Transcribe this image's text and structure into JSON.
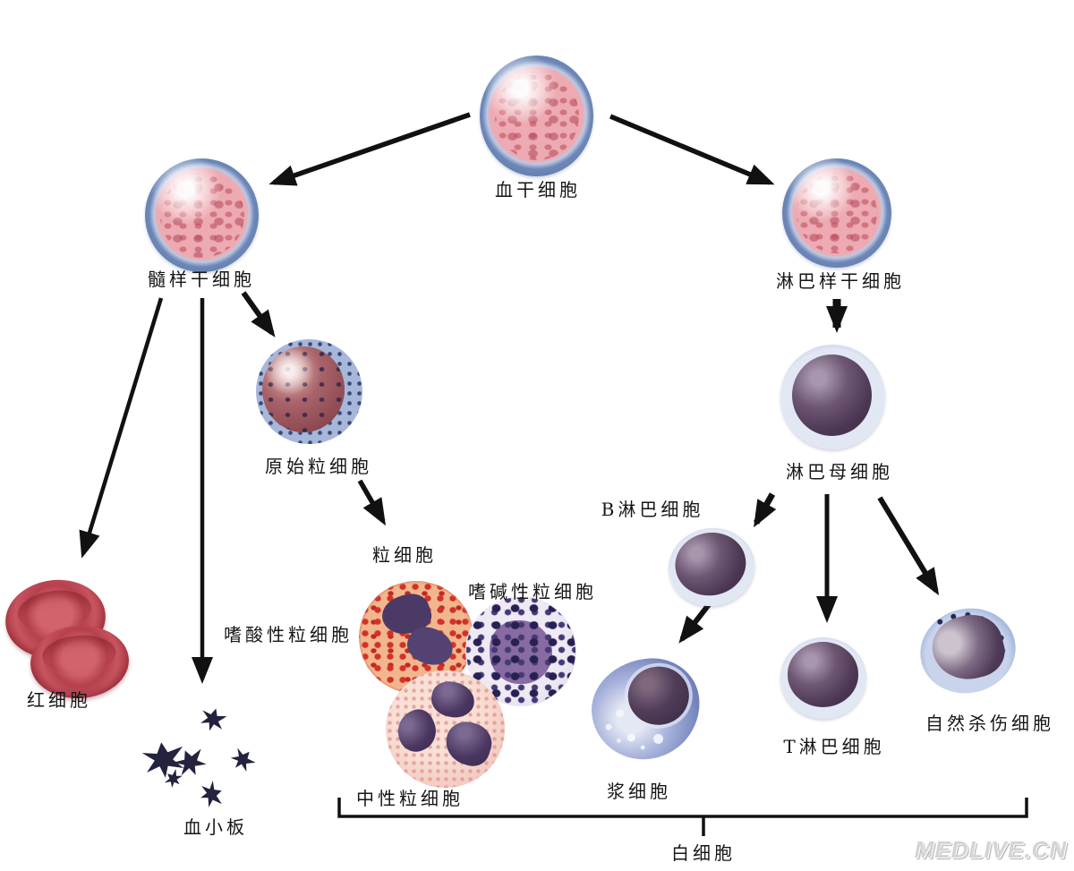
{
  "labels": {
    "stem_cell": "血干细胞",
    "myeloid_stem_cell": "髓样干细胞",
    "lymphoid_stem_cell": "淋巴样干细胞",
    "myeloblast": "原始粒细胞",
    "granulocyte": "粒细胞",
    "basophil": "嗜碱性粒细胞",
    "eosinophil": "嗜酸性粒细胞",
    "neutrophil": "中性粒细胞",
    "red_blood_cell": "红细胞",
    "platelet": "血小板",
    "lymphoblast": "淋巴母细胞",
    "b_lymphocyte": "B淋巴细胞",
    "t_lymphocyte": "T淋巴细胞",
    "natural_killer_cell": "自然杀伤细胞",
    "plasma_cell": "浆细胞",
    "white_blood_cell_group": "白细胞"
  },
  "watermark": "MEDLIVE.CN",
  "colors": {
    "arrow_black": "#111111",
    "label_text": "#161616",
    "watermark_gray": "#d4d4d4",
    "stem_cell_rim_blue": "#5d7cb0",
    "stem_cell_body_pink": "#edaab2",
    "myeloblast_body_maroon": "#8f4a52",
    "lymphocyte_rim_lavender": "#b9c6e4",
    "lymphocyte_nucleus_purple": "#4b3653",
    "rbc_red": "#b5414c",
    "eosinophil_granule_red": "#d33127",
    "basophil_granule_violet": "#272052",
    "neutrophil_body_pink": "#f2cbc2",
    "plasma_cell_blue": "#7484bc",
    "platelet_navy": "#23233f"
  }
}
